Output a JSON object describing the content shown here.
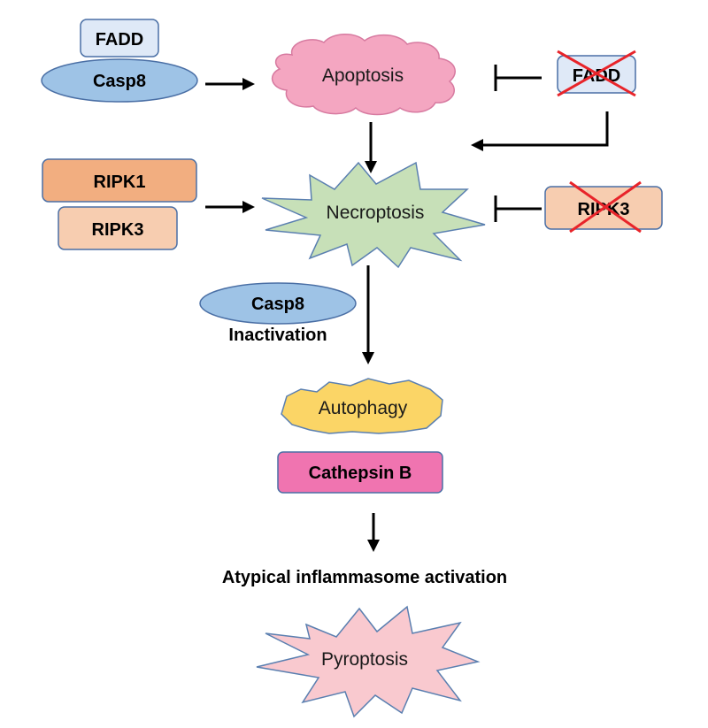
{
  "nodes": {
    "fadd": "FADD",
    "casp8_top": "Casp8",
    "apoptosis": "Apoptosis",
    "fadd_knockout": "FADD",
    "ripk1": "RIPK1",
    "ripk3": "RIPK3",
    "necroptosis": "Necroptosis",
    "ripk3_knockout": "RIPK3",
    "casp8_mid": "Casp8",
    "inactivation": "Inactivation",
    "autophagy": "Autophagy",
    "cathepsin_b": "Cathepsin B",
    "atypical_inflammasome": "Atypical inflammasome activation",
    "pyroptosis": "Pyroptosis"
  },
  "colors": {
    "fadd_fill": "#dfe9f7",
    "casp8_fill": "#9ec3e6",
    "apoptosis_fill": "#f4a6c1",
    "ripk1_fill": "#f2ae80",
    "ripk3_fill": "#f7cdb0",
    "necroptosis_fill": "#c7e0b8",
    "autophagy_fill": "#fbd566",
    "cathepsin_fill": "#f074b0",
    "pyroptosis_fill": "#f9c9cf",
    "knockout_cross": "#e8242a",
    "outline": "#4a6fa5"
  }
}
